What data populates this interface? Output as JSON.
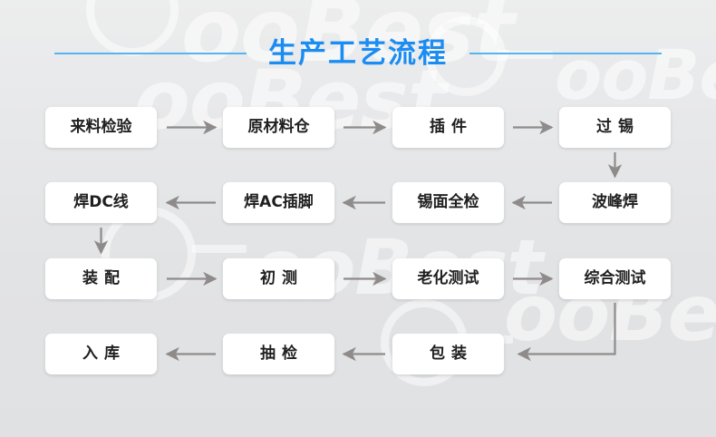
{
  "page": {
    "title": "生产工艺流程",
    "background_color": "#e2e3e5",
    "accent_color": "#1b8cf2",
    "divider_color": "#57b4f0",
    "arrow_color": "#8f8b8b",
    "node_fill": "#ffffff",
    "node_text_color": "#1f1f1f"
  },
  "watermark": {
    "text": "ooBest"
  },
  "flowchart": {
    "type": "process-flow",
    "direction": "boustrophedon",
    "rows": 4,
    "columns": 4,
    "nodes": [
      {
        "id": "n1",
        "label": "来料检验",
        "row": 1,
        "col": 1,
        "spaced": false
      },
      {
        "id": "n2",
        "label": "原材料仓",
        "row": 1,
        "col": 2,
        "spaced": false
      },
      {
        "id": "n3",
        "label": "插件",
        "row": 1,
        "col": 3,
        "spaced": true
      },
      {
        "id": "n4",
        "label": "过锡",
        "row": 1,
        "col": 4,
        "spaced": true
      },
      {
        "id": "n5",
        "label": "焊DC线",
        "row": 2,
        "col": 1,
        "spaced": false
      },
      {
        "id": "n6",
        "label": "焊AC插脚",
        "row": 2,
        "col": 2,
        "spaced": false
      },
      {
        "id": "n7",
        "label": "锡面全检",
        "row": 2,
        "col": 3,
        "spaced": false
      },
      {
        "id": "n8",
        "label": "波峰焊",
        "row": 2,
        "col": 4,
        "spaced": false
      },
      {
        "id": "n9",
        "label": "装配",
        "row": 3,
        "col": 1,
        "spaced": true
      },
      {
        "id": "n10",
        "label": "初测",
        "row": 3,
        "col": 2,
        "spaced": true
      },
      {
        "id": "n11",
        "label": "老化测试",
        "row": 3,
        "col": 3,
        "spaced": false
      },
      {
        "id": "n12",
        "label": "综合测试",
        "row": 3,
        "col": 4,
        "spaced": false
      },
      {
        "id": "n13",
        "label": "入库",
        "row": 4,
        "col": 1,
        "spaced": true
      },
      {
        "id": "n14",
        "label": "抽检",
        "row": 4,
        "col": 2,
        "spaced": true
      },
      {
        "id": "n15",
        "label": "包装",
        "row": 4,
        "col": 3,
        "spaced": true
      }
    ],
    "edges": [
      {
        "from": "n1",
        "to": "n2",
        "direction": "right"
      },
      {
        "from": "n2",
        "to": "n3",
        "direction": "right"
      },
      {
        "from": "n3",
        "to": "n4",
        "direction": "right"
      },
      {
        "from": "n4",
        "to": "n8",
        "direction": "down"
      },
      {
        "from": "n8",
        "to": "n7",
        "direction": "left"
      },
      {
        "from": "n7",
        "to": "n6",
        "direction": "left"
      },
      {
        "from": "n6",
        "to": "n5",
        "direction": "left"
      },
      {
        "from": "n5",
        "to": "n9",
        "direction": "down"
      },
      {
        "from": "n9",
        "to": "n10",
        "direction": "right"
      },
      {
        "from": "n10",
        "to": "n11",
        "direction": "right"
      },
      {
        "from": "n11",
        "to": "n12",
        "direction": "right"
      },
      {
        "from": "n12",
        "to": "n15",
        "direction": "down-then-left"
      },
      {
        "from": "n15",
        "to": "n14",
        "direction": "left"
      },
      {
        "from": "n14",
        "to": "n13",
        "direction": "left"
      }
    ]
  }
}
